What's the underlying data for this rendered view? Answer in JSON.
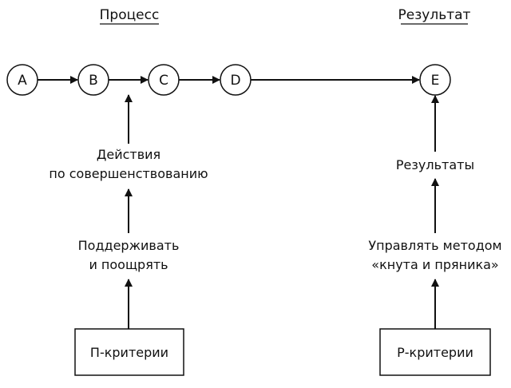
{
  "headings": {
    "process": "Процесс",
    "result": "Результат"
  },
  "nodes": {
    "a": "A",
    "b": "B",
    "c": "C",
    "d": "D",
    "e": "E"
  },
  "process_column": {
    "improvement_line1": "Действия",
    "improvement_line2": "по совершенствованию",
    "support_line1": "Поддерживать",
    "support_line2": "и поощрять",
    "criteria": "П-критерии"
  },
  "result_column": {
    "results": "Результаты",
    "manage_line1": "Управлять методом",
    "manage_line2": "«кнута и пряника»",
    "criteria": "Р-критерии"
  },
  "colors": {
    "ink": "#111111",
    "background": "#ffffff"
  }
}
